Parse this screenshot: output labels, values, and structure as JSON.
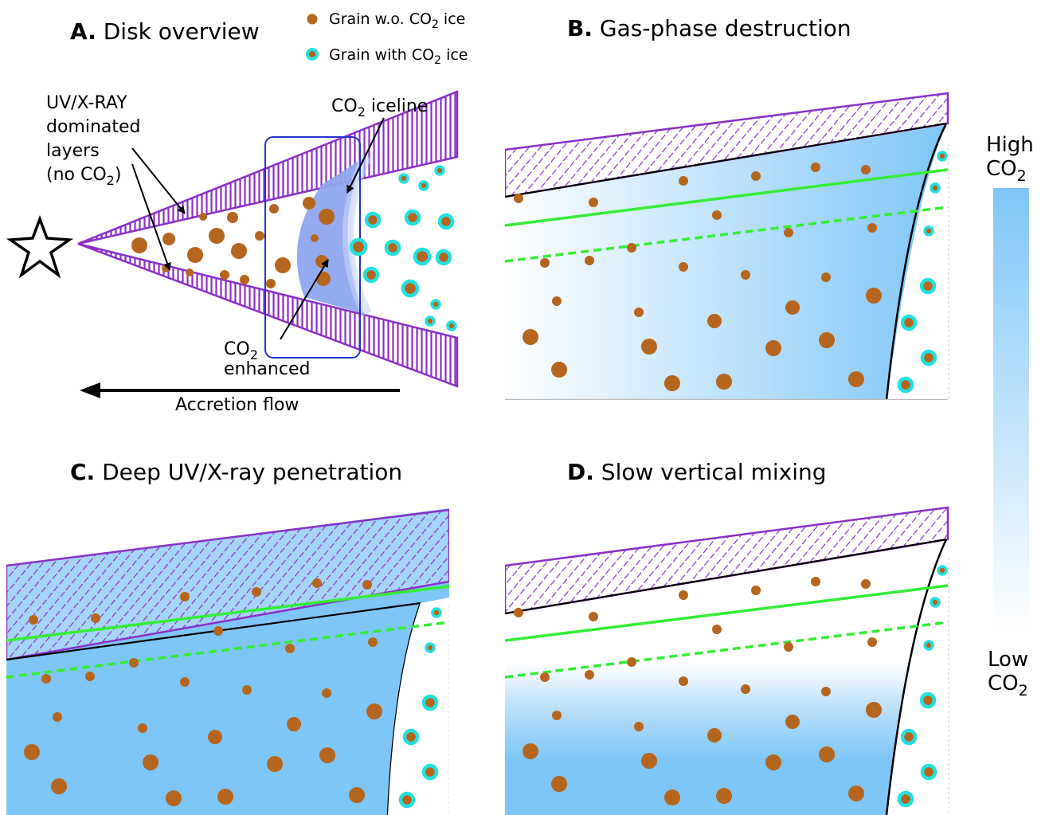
{
  "legend": {
    "no_ice": "Grain w.o. CO",
    "no_ice_sub": "2",
    "no_ice_tail": " ice",
    "with_ice": "Grain with CO",
    "with_ice_sub": "2",
    "with_ice_tail": " ice"
  },
  "panels": {
    "a": {
      "letter": "A.",
      "title": " Disk overview"
    },
    "b": {
      "letter": "B.",
      "title": " Gas-phase destruction"
    },
    "c": {
      "letter": "C.",
      "title": " Deep UV/X-ray penetration"
    },
    "d": {
      "letter": "D.",
      "title": " Slow vertical mixing"
    }
  },
  "overview": {
    "uv_line1": "UV/X-RAY",
    "uv_line2": "dominated",
    "uv_line3": "layers",
    "uv_line4": "(no CO",
    "uv_line4_sub": "2",
    "uv_line4_tail": ")",
    "iceline": "CO",
    "iceline_sub": "2",
    "iceline_tail": " iceline",
    "enh_line1": "CO",
    "enh_line1_sub": "2",
    "enh_line2": "enhanced",
    "accretion": "Accretion flow"
  },
  "colorbar": {
    "high": "High",
    "high_co": "CO",
    "high_sub": "2",
    "low": "Low",
    "low_co": "CO",
    "low_sub": "2",
    "color_high": "#7ec6f8",
    "color_low": "#ffffff"
  },
  "colors": {
    "grain": "#b5651d",
    "ice_ring": "#22e0e0",
    "uv_layer": "#8b2fc9",
    "co2": "#7ec6f8",
    "snowline": "#33ee33",
    "box": "#2233cc"
  }
}
